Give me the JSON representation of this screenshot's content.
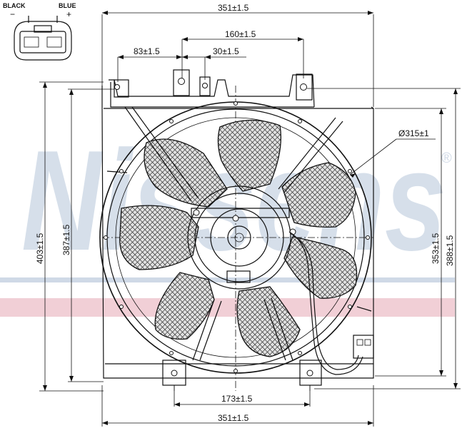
{
  "connector": {
    "left_label": "BLACK",
    "left_sign": "−",
    "right_label": "BLUE",
    "right_sign": "+"
  },
  "dimensions": {
    "overall_width_top": "351±1.5",
    "overall_width_bottom": "351±1.5",
    "mount_spacing_top": "160±1.5",
    "offset_left": "83±1.5",
    "offset_small": "30±1.5",
    "fan_diameter": "Ø315±1",
    "height_total": "403±1.5",
    "height_frame": "387±1.5",
    "height_right_inner": "353±1.5",
    "height_right_outer": "388±1.5",
    "bottom_mount_spacing": "173±1.5"
  },
  "watermark": {
    "text": "Nissens",
    "registered": "®",
    "colors": {
      "blue": "#cfd9e6",
      "red": "#f1cfd6"
    }
  }
}
